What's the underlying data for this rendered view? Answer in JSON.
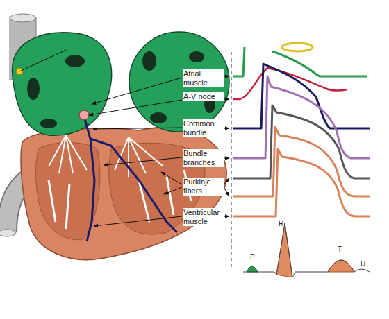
{
  "diagram": {
    "labels": [
      "Atrial muscle",
      "A-V node",
      "Common bundle",
      "Bundle branches",
      "Purkinje fibers",
      "Ventricular muscle",
      "P",
      "R",
      "T",
      "U"
    ]
  }
}
